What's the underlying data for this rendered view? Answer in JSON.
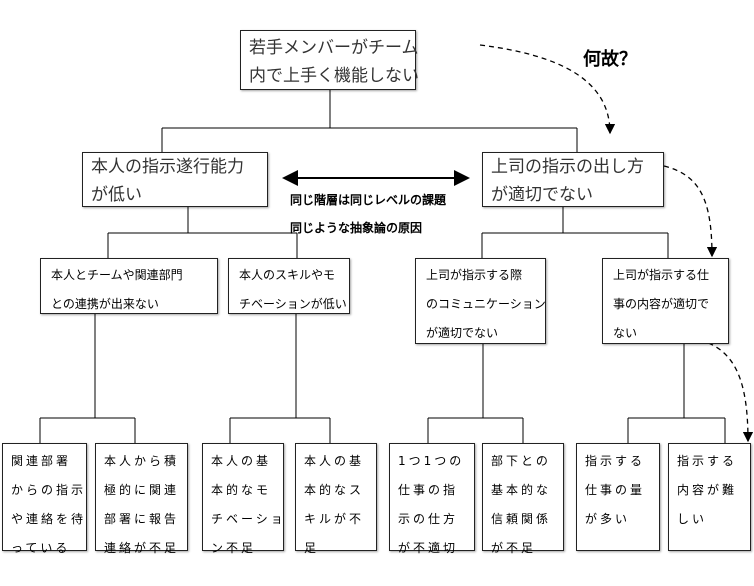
{
  "question": "何故？",
  "root": {
    "lines": [
      "若手メンバーがチーム",
      "内で上手く機能しない"
    ]
  },
  "level2": [
    {
      "lines": [
        "本人の指示遂行能力",
        "が低い"
      ]
    },
    {
      "lines": [
        "上司の指示の出し方",
        "が適切でない"
      ]
    }
  ],
  "note": {
    "lines": [
      "同じ階層は同じレベルの課題",
      "同じような抽象論の原因"
    ]
  },
  "level3": [
    {
      "lines": [
        "本人とチームや関連部門",
        "との連携が出来ない"
      ]
    },
    {
      "lines": [
        "本人のスキルやモ",
        "チベーションが低い"
      ]
    },
    {
      "lines": [
        "上司が指示する際",
        "のコミュニケーション",
        "が適切でない"
      ]
    },
    {
      "lines": [
        "上司が指示する仕",
        "事の内容が適切で",
        "ない"
      ]
    }
  ],
  "level4": [
    {
      "lines": [
        "関連部署",
        "からの指示",
        "や連絡を待",
        "っている"
      ]
    },
    {
      "lines": [
        "本人から積",
        "極的に関連",
        "部署に報告",
        "連絡が不足"
      ]
    },
    {
      "lines": [
        "本人の基",
        "本的なモ",
        "チベーショ",
        "ン不足"
      ]
    },
    {
      "lines": [
        "本人の基",
        "本的なス",
        "キルが不",
        "足"
      ]
    },
    {
      "lines": [
        "1つ1つの",
        "仕事の指",
        "示の仕方",
        "が不適切"
      ]
    },
    {
      "lines": [
        "部下との",
        "基本的な",
        "信頼関係",
        "が不足"
      ]
    },
    {
      "lines": [
        "指示する",
        "仕事の量",
        "が多い"
      ]
    },
    {
      "lines": [
        "指示する",
        "内容が難",
        "しい"
      ]
    }
  ]
}
